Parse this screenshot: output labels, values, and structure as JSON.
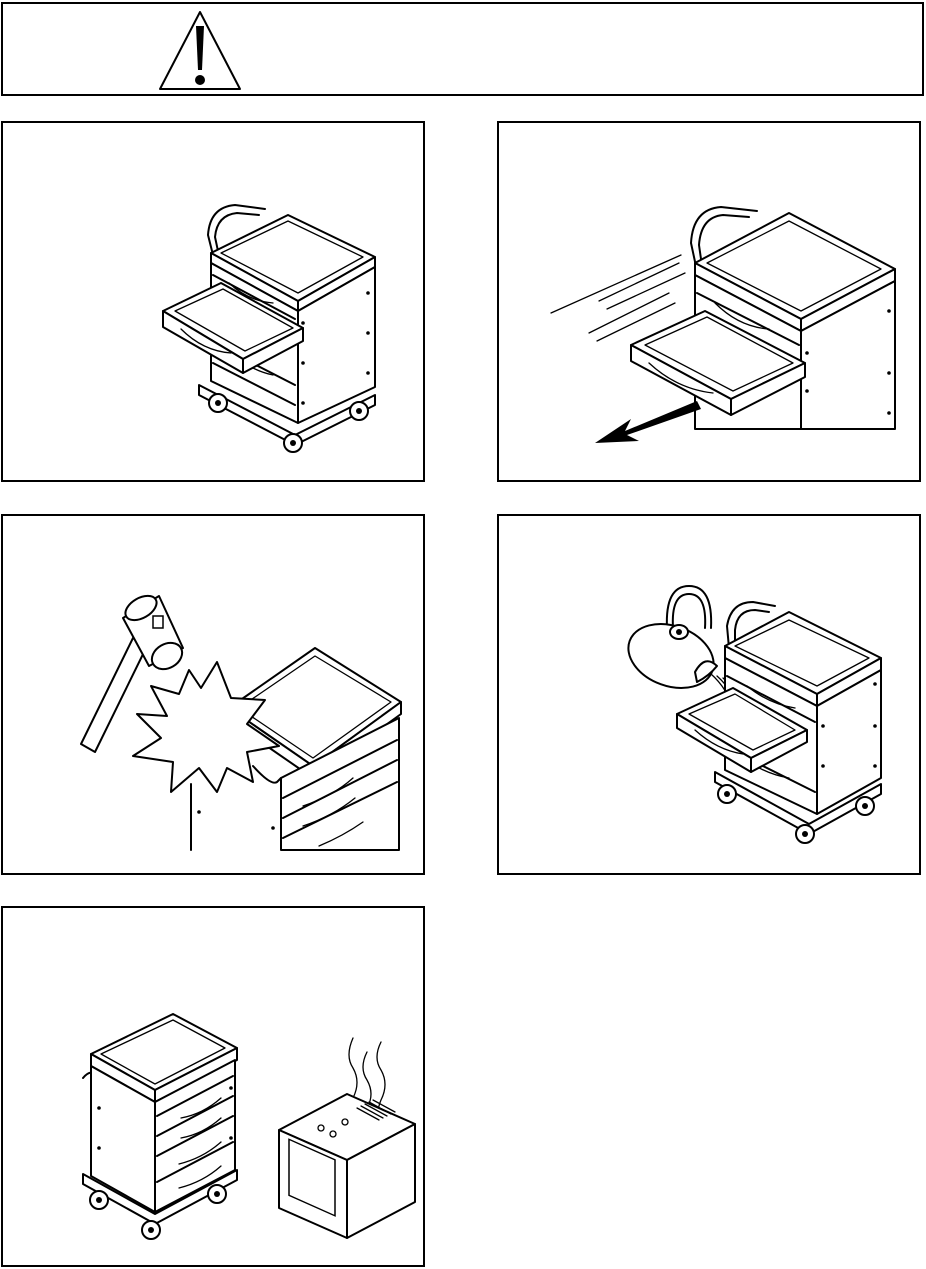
{
  "page": {
    "icons": {
      "warning": "warning-triangle-icon",
      "cart": "medical-cart-illustration",
      "hammer": "hammer-illustration",
      "impact": "impact-burst-illustration",
      "kettle": "kettle-illustration",
      "heater": "heater-illustration",
      "arrow": "motion-arrow-icon"
    },
    "colors": {
      "ink": "#000000",
      "paper": "#ffffff",
      "shade": "#d9d9d9"
    }
  }
}
